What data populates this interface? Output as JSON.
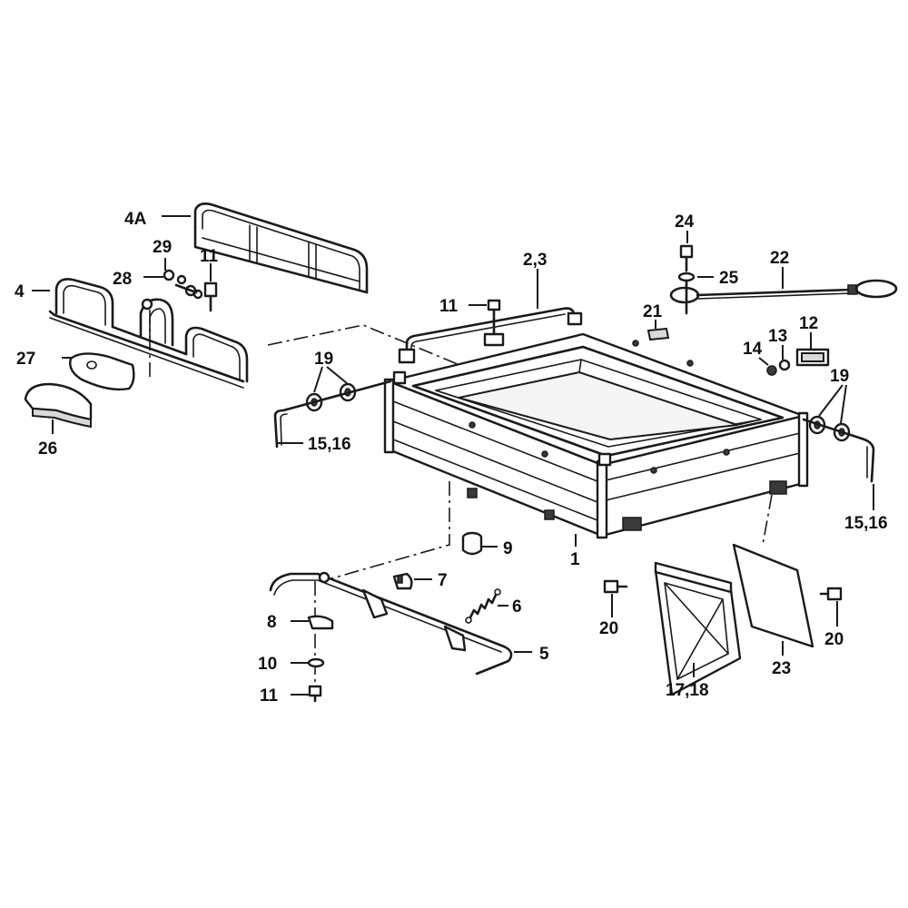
{
  "callouts": {
    "c1": "1",
    "c23": "2,3",
    "c4": "4",
    "c4a": "4A",
    "c5": "5",
    "c6": "6",
    "c7": "7",
    "c8": "8",
    "c9": "9",
    "c10": "10",
    "c11a": "11",
    "c11b": "11",
    "c11c": "11",
    "c12": "12",
    "c13": "13",
    "c14": "14",
    "c1516a": "15,16",
    "c1516b": "15,16",
    "c1718": "17,18",
    "c19a": "19",
    "c19b": "19",
    "c20a": "20",
    "c20b": "20",
    "c21": "21",
    "c22": "22",
    "c23b": "23",
    "c24": "24",
    "c25": "25",
    "c26": "26",
    "c27": "27",
    "c28": "28",
    "c29": "29"
  }
}
